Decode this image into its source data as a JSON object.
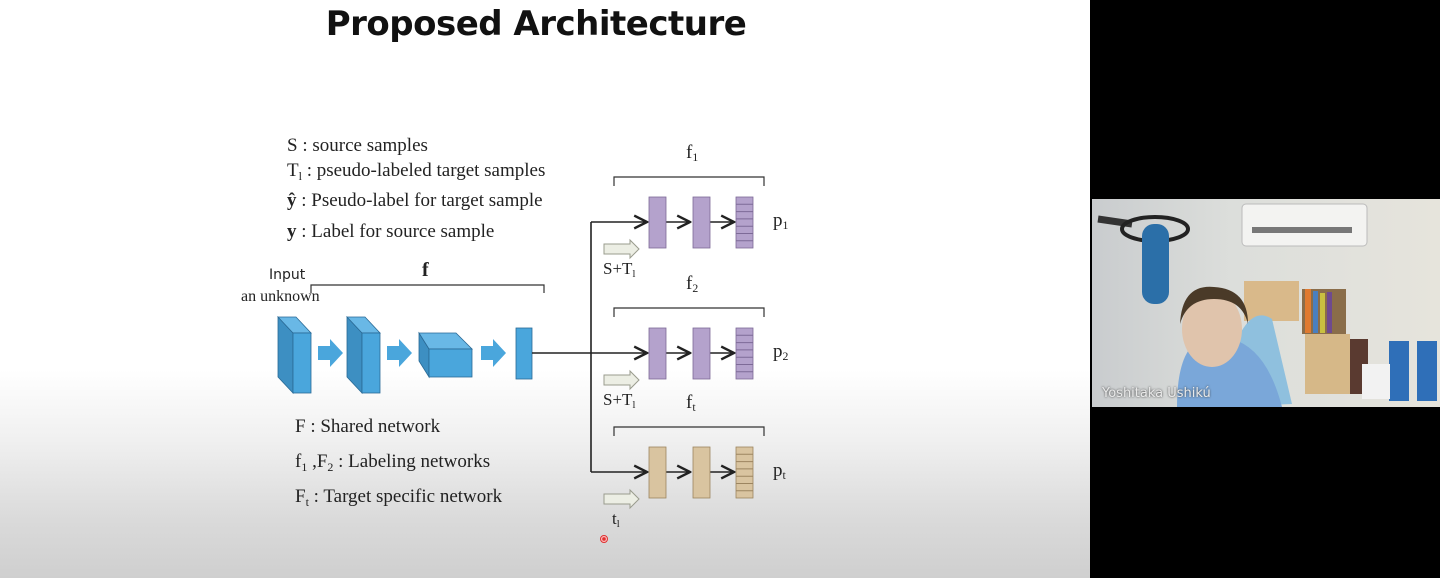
{
  "slide": {
    "title": "Proposed Architecture",
    "top_legend": [
      {
        "symbol": "S",
        "sub": "",
        "text": " : source samples"
      },
      {
        "symbol": "T",
        "sub": "l",
        "text": " : pseudo-labeled target samples"
      },
      {
        "symbol": "ŷ",
        "sub": "",
        "text": " : Pseudo-label for target sample"
      },
      {
        "symbol": "y",
        "sub": "",
        "text": " : Label for source sample"
      }
    ],
    "bottom_legend": [
      {
        "html_parts": [
          "F",
          "",
          " : Shared network"
        ]
      },
      {
        "html_parts": [
          "f",
          "1",
          " ,F",
          "2",
          " : Labeling networks"
        ]
      },
      {
        "html_parts": [
          "F",
          "t",
          " : Target specific network"
        ]
      }
    ],
    "input_label_line1": "Input",
    "input_label_line2": "an unknown",
    "shared_label": "f",
    "branches": [
      {
        "name": "f",
        "sub": "1",
        "output": "p",
        "output_sub": "1",
        "input": "S+T",
        "input_sub": "l",
        "color": "#b4a2cc"
      },
      {
        "name": "f",
        "sub": "2",
        "output": "p",
        "output_sub": "2",
        "input": "S+T",
        "input_sub": "l",
        "color": "#b4a2cc"
      },
      {
        "name": "f",
        "sub": "t",
        "output": "p",
        "output_sub": "t",
        "input": "t",
        "input_sub": "l",
        "color": "#d9c4a0"
      }
    ],
    "colors": {
      "shared_net": "#4aa6dc",
      "labeling_net": "#b4a2cc",
      "target_net": "#d9c4a0",
      "laser_pointer": "#e03030"
    }
  },
  "video": {
    "participant_name": "Yoshitaka Ushikú"
  }
}
